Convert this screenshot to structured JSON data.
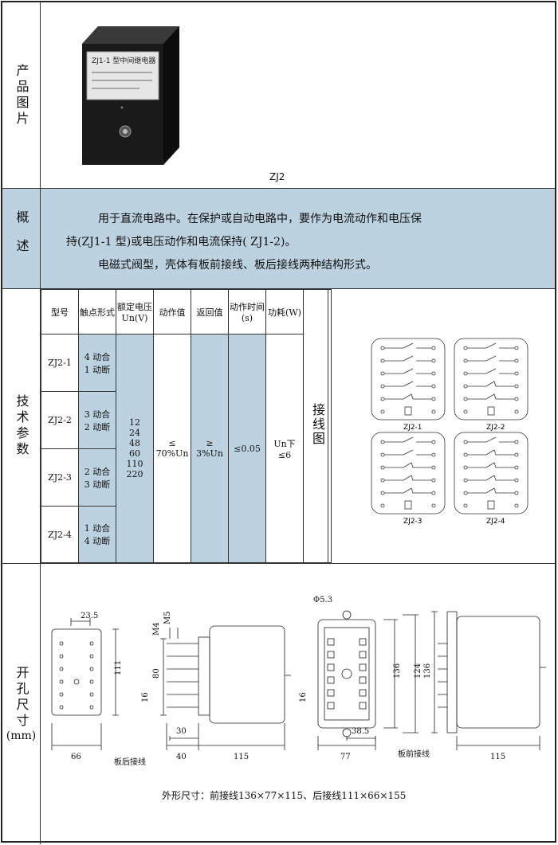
{
  "rows": {
    "photo_label": "产品图片",
    "summary_label": "概述",
    "spec_label": "技术参数",
    "size_label": "开孔尺寸",
    "size_unit": "(mm)"
  },
  "photo": {
    "caption": "ZJ2",
    "nameplate": "ZJ1-1 型中间继电器"
  },
  "summary": {
    "line1": "用于直流电路中。在保护或自动电路中，要作为电流动作和电压保",
    "line2": "持(ZJ1-1 型)或电压动作和电流保持( ZJ1-2)。",
    "line3": "电磁式阀型，壳体有板前接线、板后接线两种结构形式。"
  },
  "spec": {
    "headers": {
      "model": "型号",
      "contact": "触点形式",
      "voltage": "额定电压Un(V)",
      "pickup": "动作值",
      "return": "返回值",
      "time": "动作时间(s)",
      "power": "功耗(W)"
    },
    "models": [
      {
        "model": "ZJ2-1",
        "contact": "4 动合\n1 动断"
      },
      {
        "model": "ZJ2-2",
        "contact": "3 动合\n2 动断"
      },
      {
        "model": "ZJ2-3",
        "contact": "2 动合\n3 动断"
      },
      {
        "model": "ZJ2-4",
        "contact": "1 动合\n4 动断"
      }
    ],
    "voltage": "12\n24\n48\n60\n110\n220",
    "pickup": "≤\n70%Un",
    "return": "≥\n3%Un",
    "time": "≤0.05",
    "power": "Un下\n≤6",
    "wiring_label": "接线图",
    "wiring_captions": [
      "ZJ2-1",
      "ZJ2-2",
      "ZJ2-3",
      "ZJ2-4"
    ]
  },
  "drawing": {
    "back_view": {
      "w": "66",
      "h": "111",
      "pitch": "23.5"
    },
    "side_back": {
      "d1": "30",
      "d2": "40",
      "d3": "115",
      "h": "80",
      "m4": "M4",
      "m5": "M5",
      "pitch": "16"
    },
    "front_view": {
      "w": "77",
      "h1": "136",
      "h2": "124",
      "hole": "Φ5.3",
      "off": "38.5",
      "pitch": "16"
    },
    "side_front": {
      "d": "115",
      "h": "136"
    },
    "back_label": "板后接线",
    "front_label": "板前接线",
    "dims_text": "外形尺寸：前接线136×77×115、后接线111×66×155"
  }
}
